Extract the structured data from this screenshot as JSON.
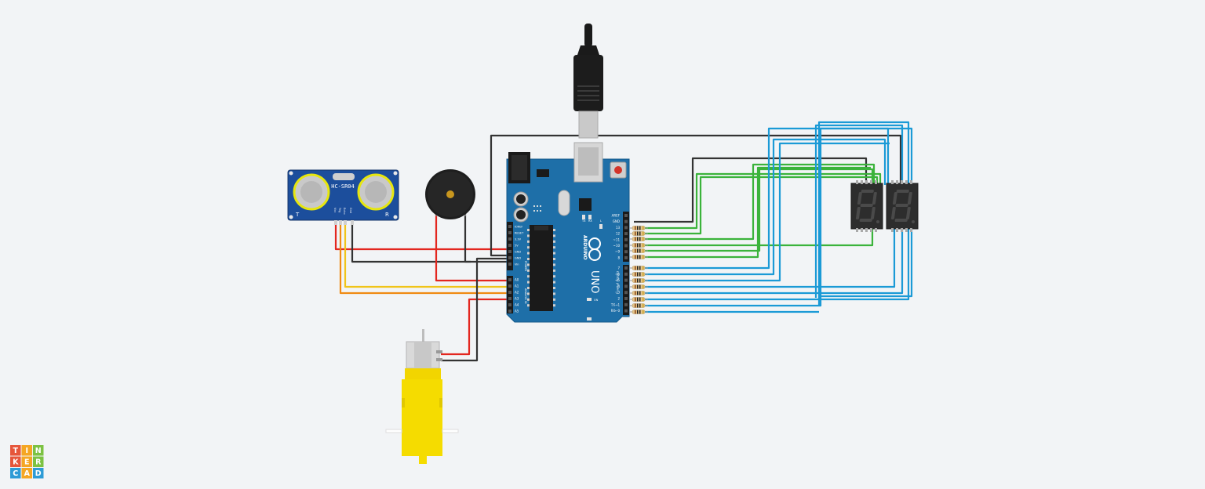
{
  "sensor": {
    "model": "HC-SR04",
    "left_mark": "T",
    "right_mark": "R",
    "pins": [
      "Vcc",
      "Trig",
      "Echo",
      "Gnd"
    ]
  },
  "arduino": {
    "brand": "ARDUINO",
    "model": "UNO",
    "led_tx": "TX",
    "led_rx": "RX",
    "led_l": "L",
    "led_on": "ON",
    "power_header_title": "POWER",
    "power_pins": [
      "IOREF",
      "RESET",
      "3.3V",
      "5V",
      "GND",
      "GND",
      "Vin"
    ],
    "analog_header_title": "ANALOG IN",
    "analog_pins": [
      "A0",
      "A1",
      "A2",
      "A3",
      "A4",
      "A5"
    ],
    "top_pins": [
      "AREF",
      "GND",
      "13",
      "12",
      "~11",
      "~10",
      "~9",
      "8"
    ],
    "bottom_pins": [
      "7",
      "~6",
      "~5",
      "4",
      "~3",
      "2",
      "TX→1",
      "RX←0"
    ],
    "digital_title": "DIGITAL (PWM~)"
  },
  "logo": {
    "letters": [
      "T",
      "I",
      "N",
      "K",
      "E",
      "R",
      "C",
      "A",
      "D"
    ],
    "colors": [
      "#e6563b",
      "#f5a623",
      "#7cc242",
      "#e6563b",
      "#f5a623",
      "#7cc242",
      "#2e9bd6",
      "#f5a623",
      "#2e9bd6"
    ]
  },
  "wire_colors": {
    "red": "#e3261f",
    "black": "#333333",
    "orange": "#f08a13",
    "yellow": "#f0c419",
    "green": "#3bb33b",
    "blue": "#1b9ad6"
  }
}
